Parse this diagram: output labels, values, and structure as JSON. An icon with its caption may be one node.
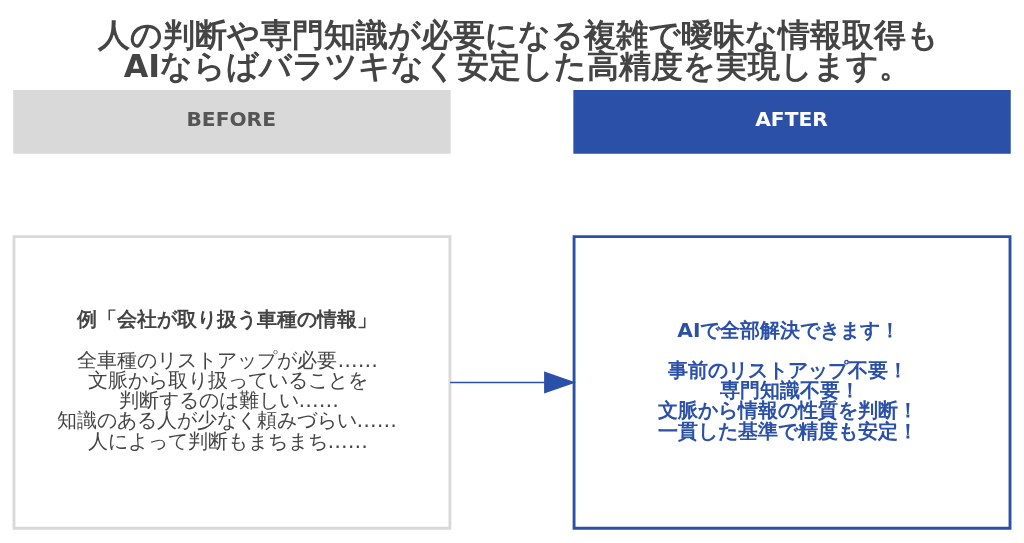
{
  "diagram": {
    "title": "人の判断や専門知識が必要になる複雑で曖昧な情報取得もAIならばバラツキなく安定した高精度を実現します。",
    "nodes": [
      {
        "text": [
          "BEFORE"
        ]
      },
      {
        "text": [
          "AFTER"
        ]
      },
      {
        "text": [
          "例「会社が取り扱う車種の情報」",
          "全車種のリストアップが必要……",
          "文脈から取り扱っていることを判断するのは難しい……",
          "知識のある人が少なく頼みづらい……",
          "人によって判断もまちまち……"
        ]
      },
      {
        "text": [
          "AIで全部解決できます！",
          "事前のリストアップ不要！",
          "専門知識不要！",
          "文脈から情報の性質を判断！",
          "一貫した基準で精度も安定！"
        ]
      }
    ],
    "edges": [
      {
        "from": 2,
        "to": 3,
        "arrow": "to",
        "color": "#2a50a8"
      }
    ]
  }
}
